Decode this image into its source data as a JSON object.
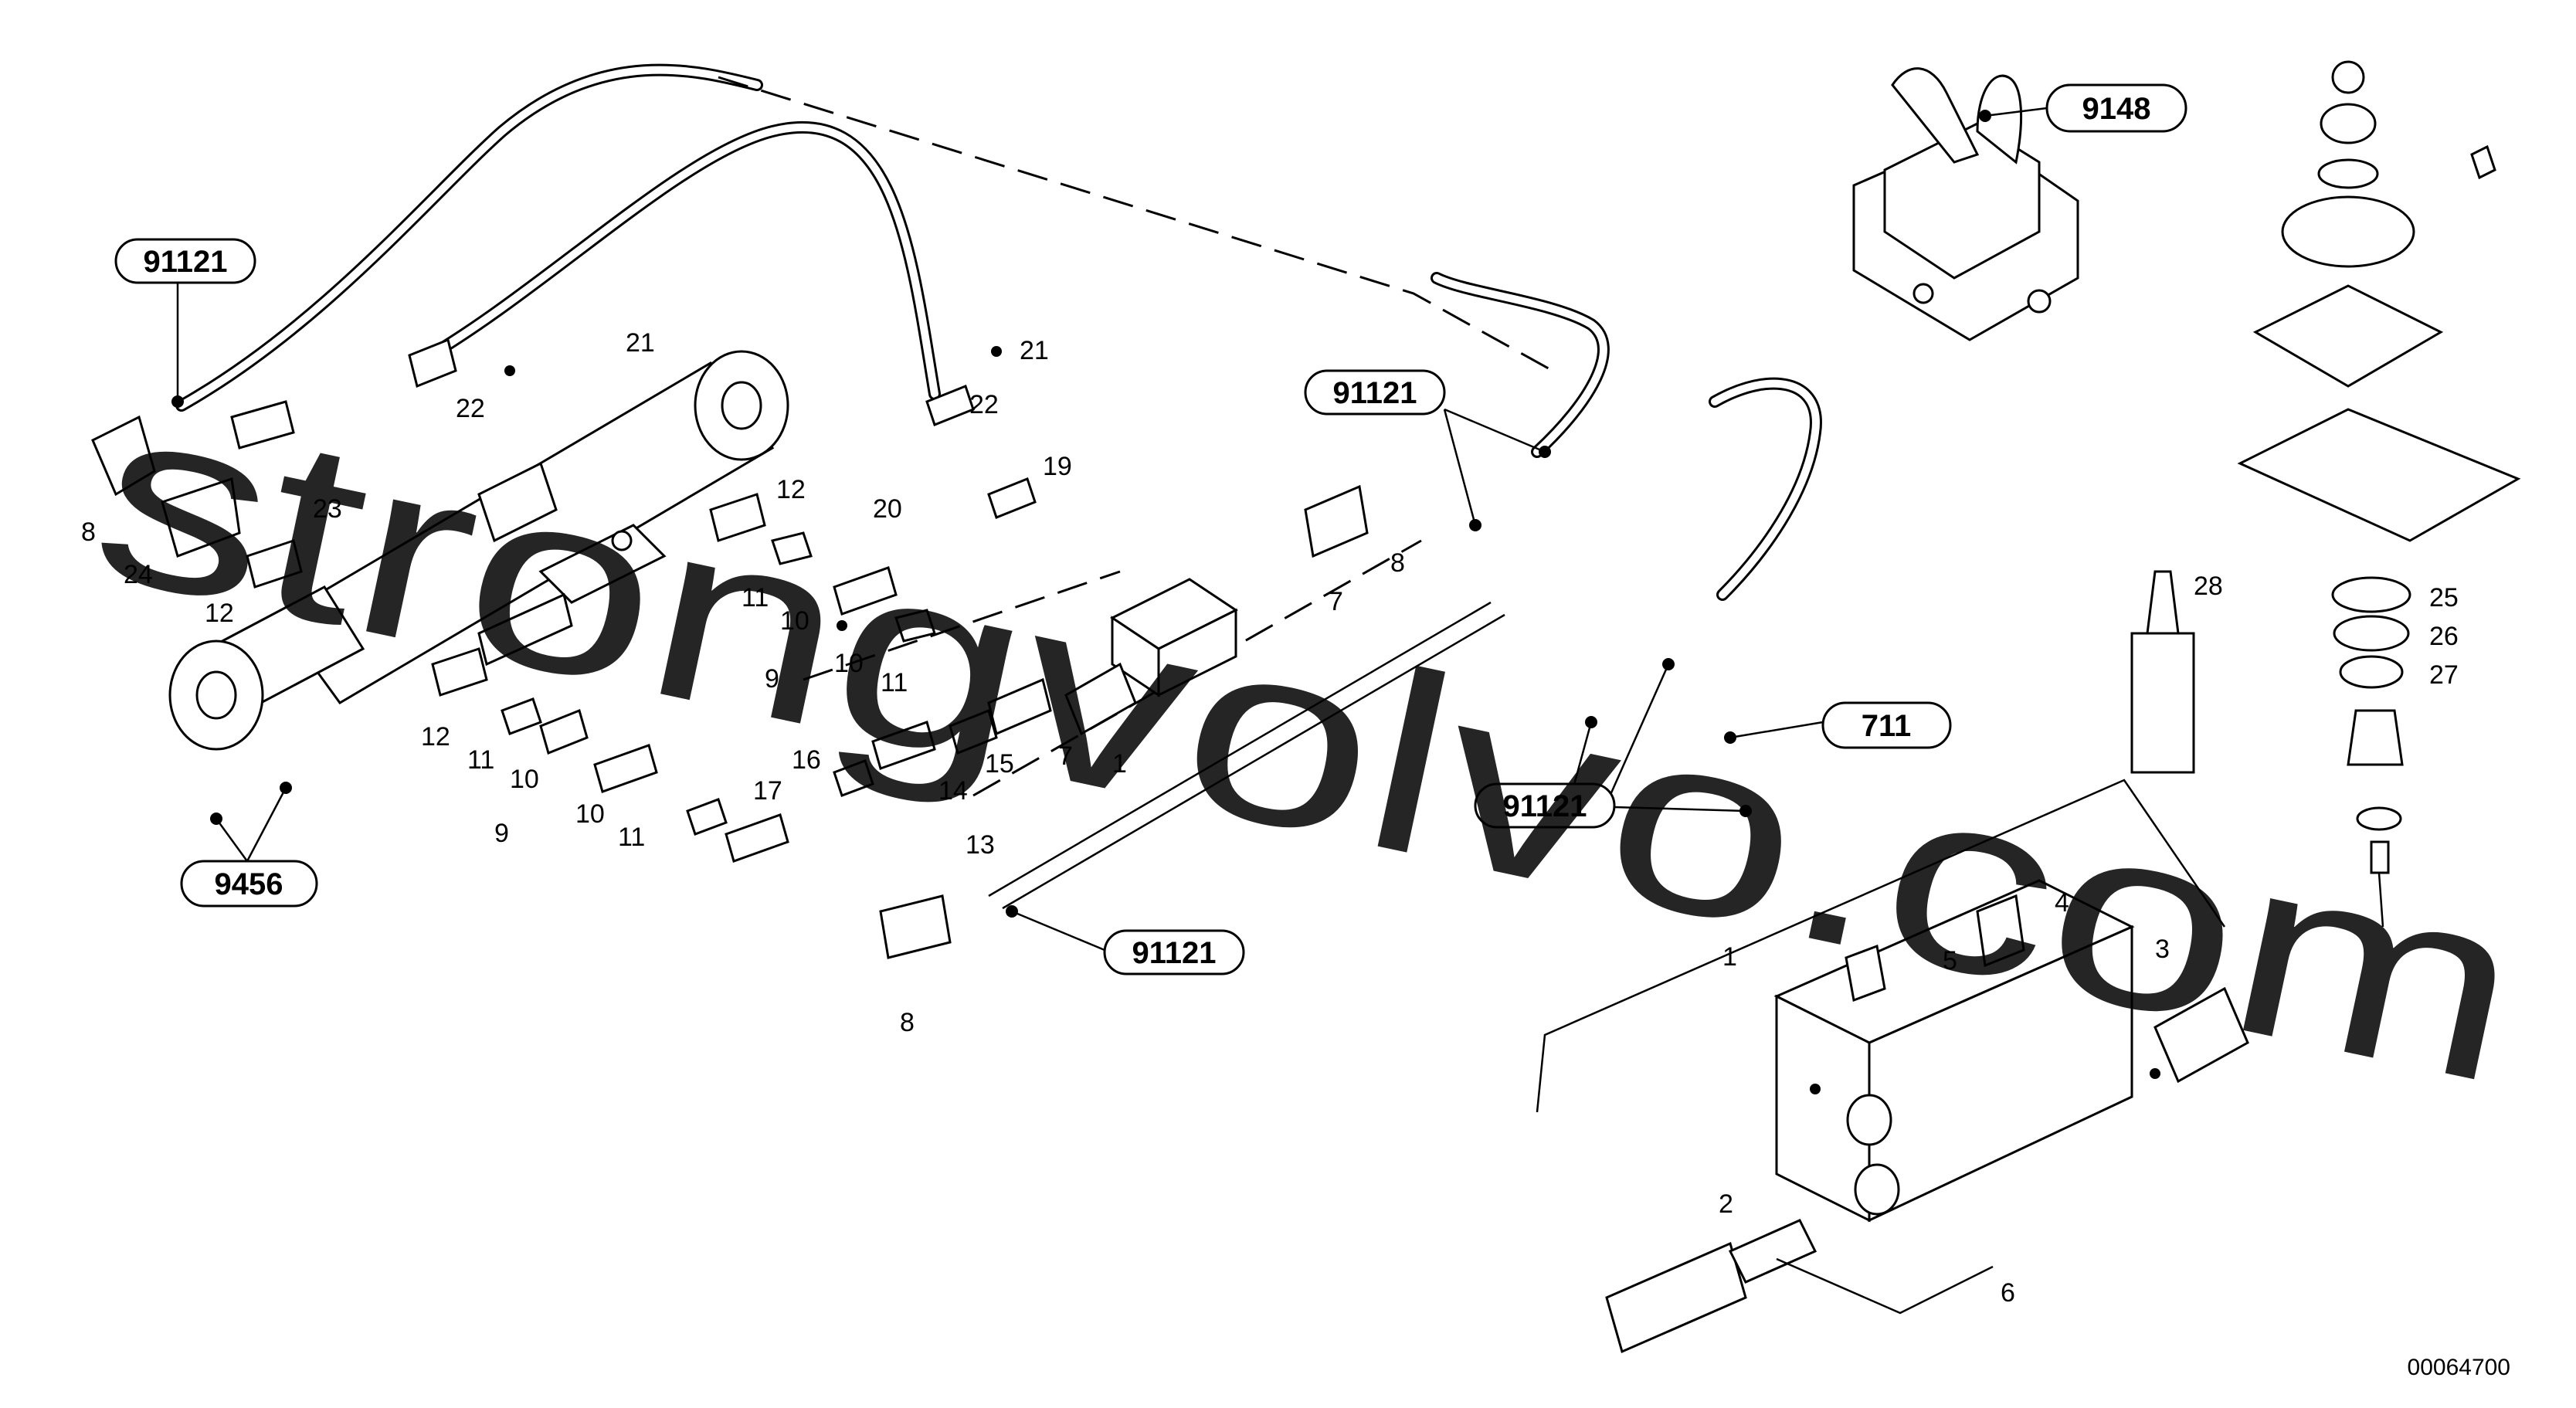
{
  "watermark": "strongvolvo.com",
  "drawing_number": "00064700",
  "reference_labels": {
    "r1": "91121",
    "r2": "91121",
    "r3": "91121",
    "r4": "91121",
    "r5": "9148",
    "r6": "9456",
    "r7": "711"
  },
  "part_labels": {
    "p1": "1",
    "p2": "1",
    "p3": "2",
    "p4": "3",
    "p5": "4",
    "p6": "5",
    "p7": "6",
    "p8": "7",
    "p9": "7",
    "p10": "8",
    "p11": "8",
    "p12": "8",
    "p13": "9",
    "p14": "9",
    "p15": "10",
    "p16": "10",
    "p17": "10",
    "p18": "10",
    "p19": "11",
    "p20": "11",
    "p21": "11",
    "p22": "11",
    "p23": "12",
    "p24": "12",
    "p25": "12",
    "p26": "13",
    "p27": "14",
    "p28": "15",
    "p29": "16",
    "p30": "17",
    "p31": "19",
    "p32": "20",
    "p33": "21",
    "p34": "21",
    "p35": "22",
    "p36": "22",
    "p37": "23",
    "p38": "24",
    "p39": "25",
    "p40": "26",
    "p41": "27",
    "p42": "28"
  }
}
